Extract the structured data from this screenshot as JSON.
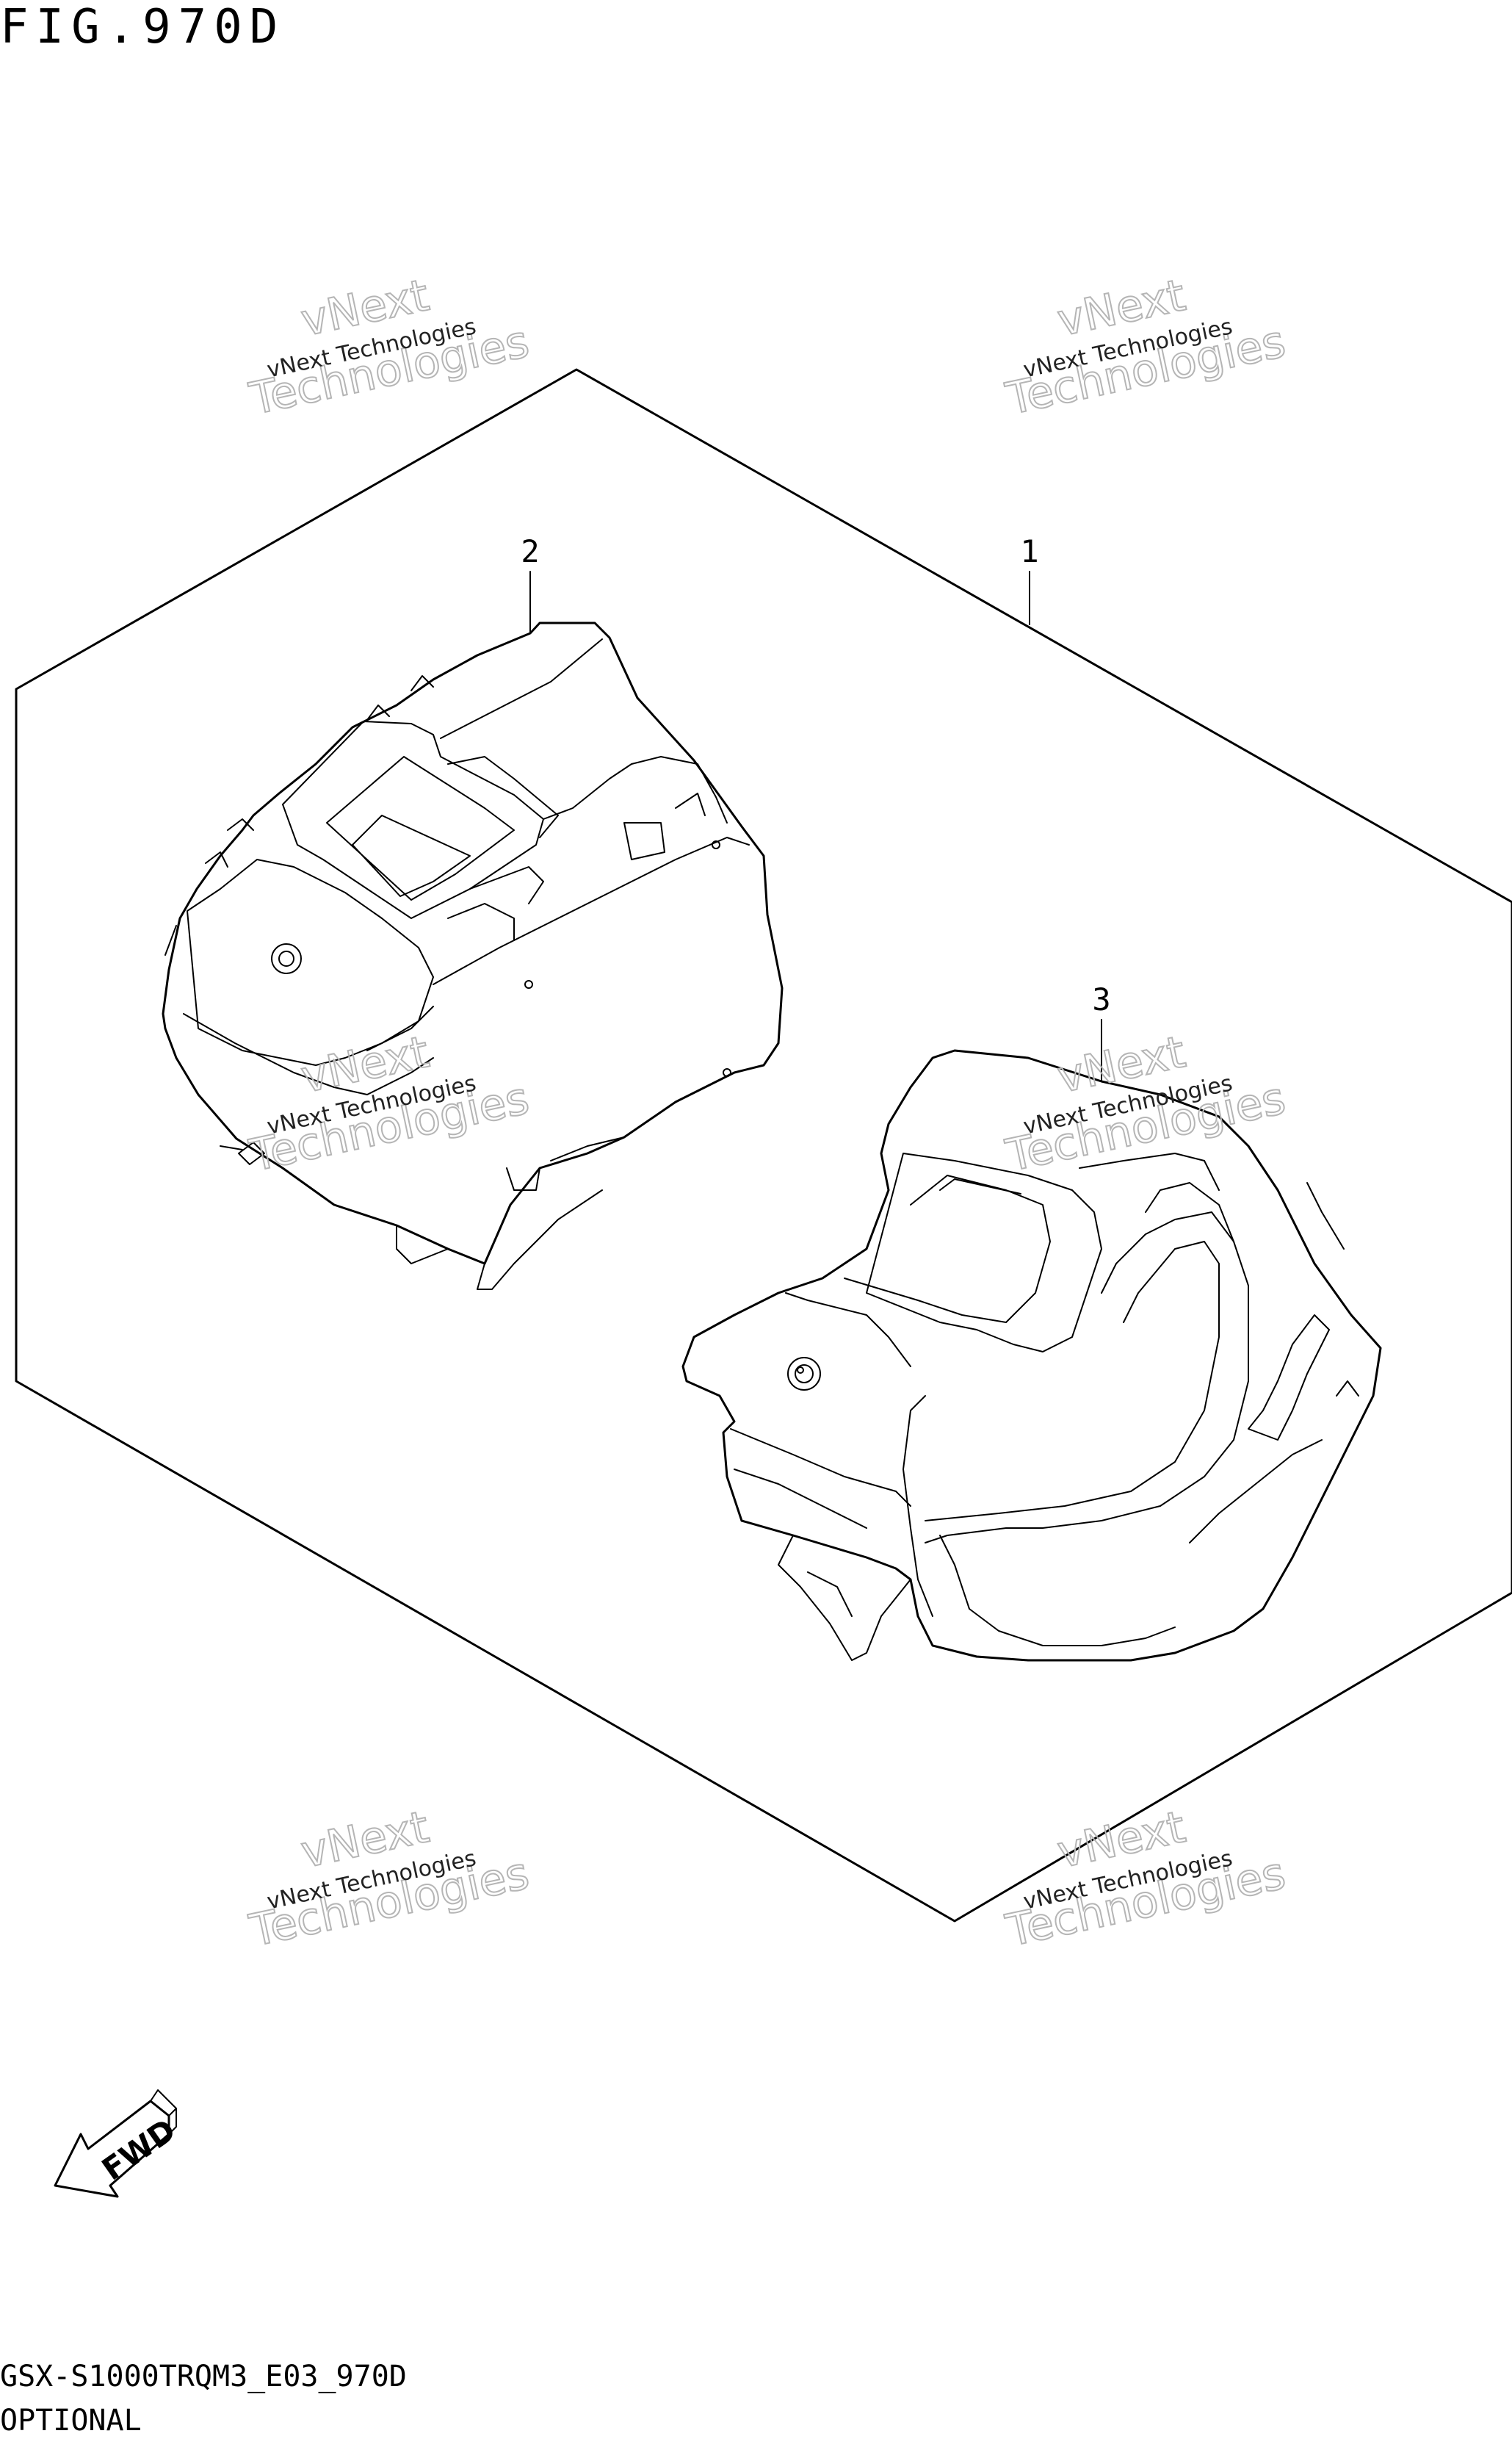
{
  "figure": {
    "title": "FIG.970D",
    "model_code": "GSX-S1000TRQM3_E03_970D",
    "note": "OPTIONAL"
  },
  "callouts": [
    {
      "id": "1",
      "label": "1"
    },
    {
      "id": "2",
      "label": "2"
    },
    {
      "id": "3",
      "label": "3"
    }
  ],
  "direction_arrow": {
    "label": "FWD"
  },
  "watermark": {
    "line1": "vNext Technologies",
    "line2": "vNext",
    "line3": "Technologies"
  }
}
